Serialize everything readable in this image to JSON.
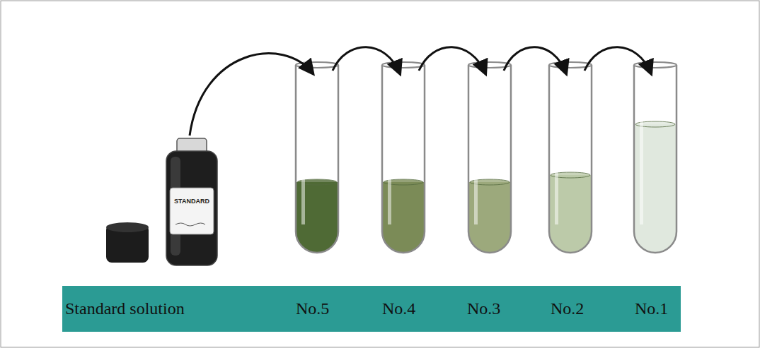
{
  "diagram": {
    "nodes": [
      {
        "text": [
          "Standard solution",
          "No.5",
          "No.4",
          "No.3",
          "No.2",
          "No.1"
        ]
      }
    ],
    "labels": [
      "STANDARD"
    ]
  }
}
